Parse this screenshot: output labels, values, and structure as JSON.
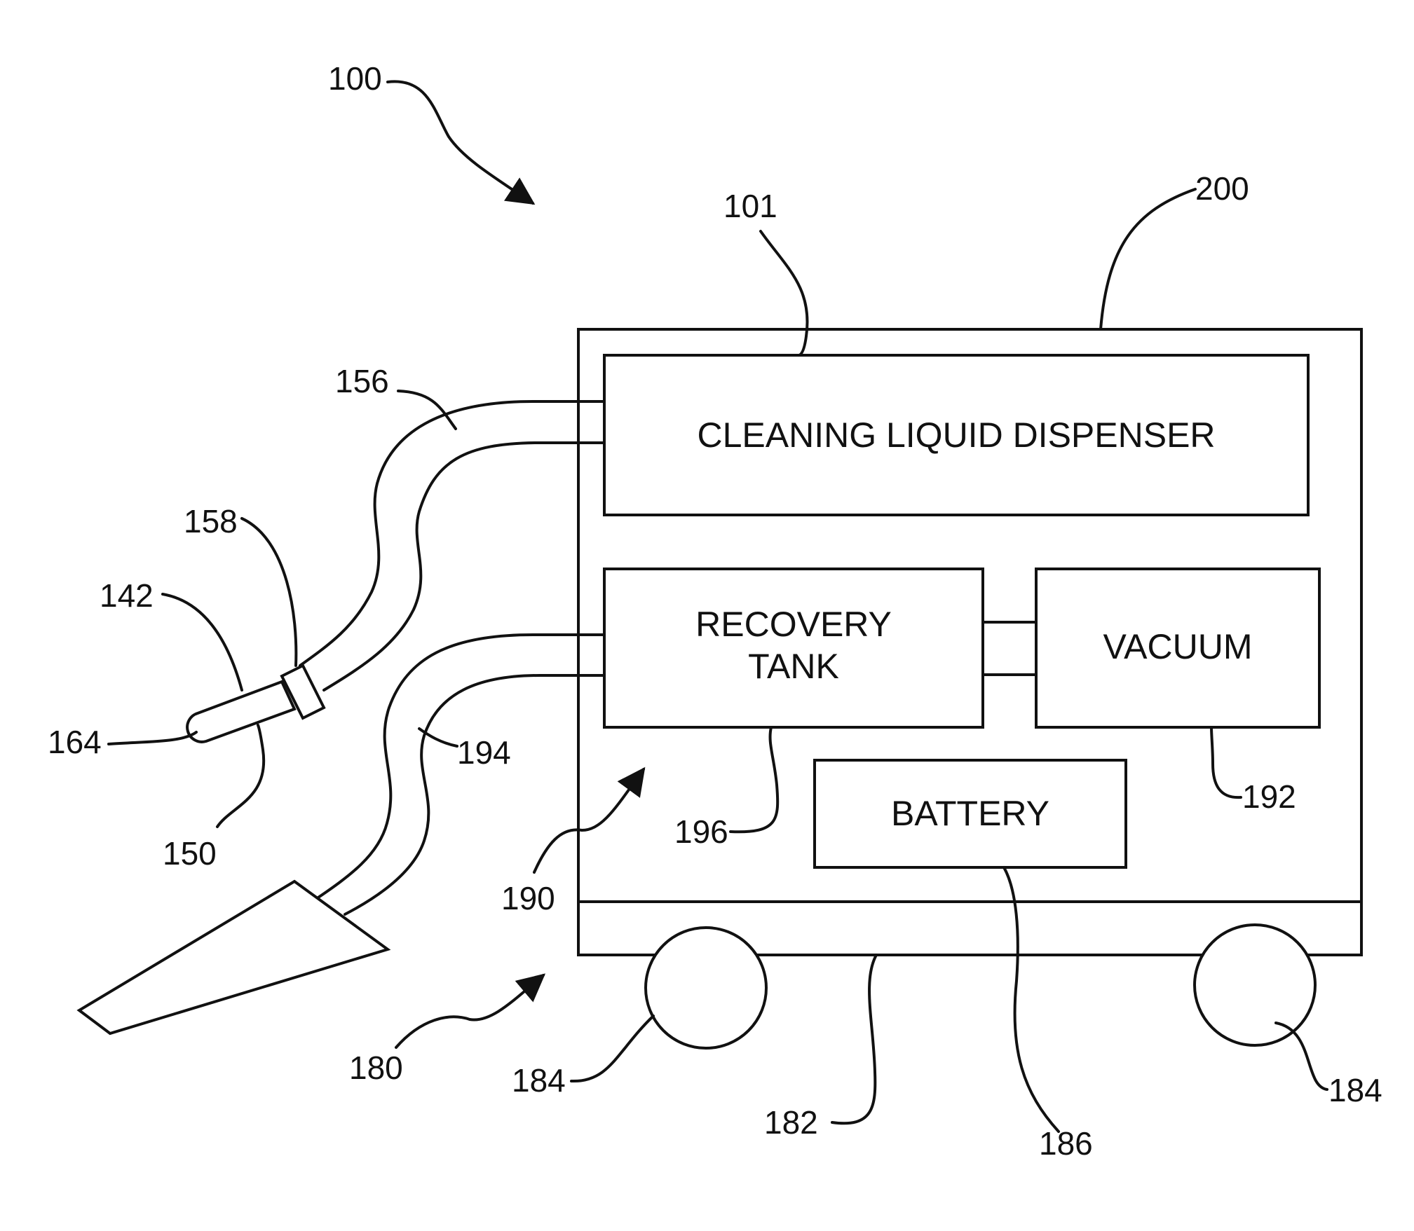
{
  "components": {
    "dispenser": "CLEANING LIQUID DISPENSER",
    "recovery_line1": "RECOVERY",
    "recovery_line2": "TANK",
    "vacuum": "VACUUM",
    "battery": "BATTERY"
  },
  "refs": {
    "r100": "100",
    "r101": "101",
    "r200": "200",
    "r156": "156",
    "r158": "158",
    "r142": "142",
    "r164": "164",
    "r150": "150",
    "r194": "194",
    "r196": "196",
    "r192": "192",
    "r190": "190",
    "r180": "180",
    "r184a": "184",
    "r184b": "184",
    "r182": "182",
    "r186": "186"
  }
}
